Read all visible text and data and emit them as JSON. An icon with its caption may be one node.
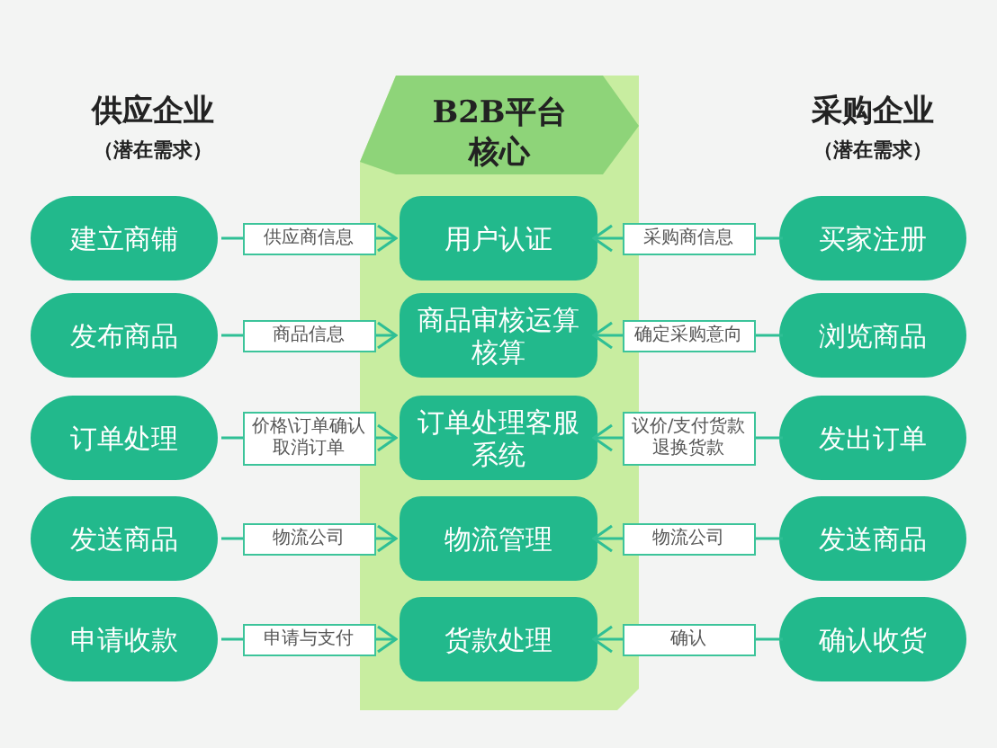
{
  "diagram": {
    "nodes": [
      {
        "text": [
          "B2B平台核心"
        ]
      },
      {
        "text": [
          "建立商铺"
        ]
      },
      {
        "text": [
          "用户认证"
        ],
        "in": 0
      },
      {
        "text": [
          "买家注册"
        ]
      },
      {
        "text": [
          "发布商品"
        ]
      },
      {
        "text": [
          "商品审核运算核算"
        ],
        "in": 0
      },
      {
        "text": [
          "浏览商品"
        ]
      },
      {
        "text": [
          "订单处理"
        ]
      },
      {
        "text": [
          "订单处理客服系统"
        ],
        "in": 0
      },
      {
        "text": [
          "发出订单"
        ]
      },
      {
        "text": [
          "发送商品"
        ]
      },
      {
        "text": [
          "物流管理"
        ],
        "in": 0
      },
      {
        "text": [
          "发送商品"
        ]
      },
      {
        "text": [
          "申请收款"
        ]
      },
      {
        "text": [
          "货款处理"
        ],
        "in": 0
      },
      {
        "text": [
          "确认收货"
        ]
      }
    ],
    "edges": [
      {
        "from": 1,
        "to": 2,
        "arrow": "to",
        "label": "供应商信息"
      },
      {
        "from": 3,
        "to": 2,
        "arrow": "to",
        "label": "采购商信息"
      },
      {
        "from": 4,
        "to": 5,
        "arrow": "to",
        "label": "商品信息"
      },
      {
        "from": 6,
        "to": 5,
        "arrow": "to",
        "label": "确定采购意向"
      },
      {
        "from": 7,
        "to": 8,
        "arrow": "to",
        "label": "价格\\订单确认取消订单"
      },
      {
        "from": 9,
        "to": 8,
        "arrow": "to",
        "label": "议价/支付货款退换货款"
      },
      {
        "from": 10,
        "to": 11,
        "arrow": "to",
        "label": "物流公司"
      },
      {
        "from": 12,
        "to": 11,
        "arrow": "to",
        "label": "物流公司"
      },
      {
        "from": 13,
        "to": 14,
        "arrow": "to",
        "label": "申请与支付"
      },
      {
        "from": 15,
        "to": 14,
        "arrow": "to",
        "label": "确认"
      }
    ],
    "labels": [
      "供应企业",
      "（潜在需求）",
      "采购企业",
      "（潜在需求）"
    ]
  }
}
